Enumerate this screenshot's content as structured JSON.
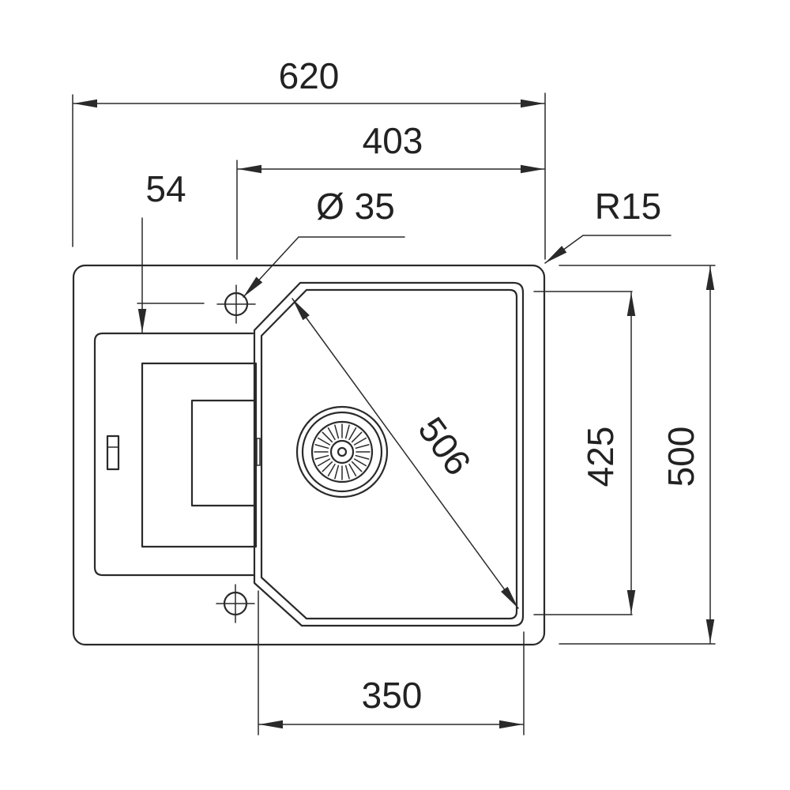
{
  "diagram": {
    "dimensions": {
      "overall_width": "620",
      "bowl_offset_width": "403",
      "tap_hole_offset": "54",
      "tap_hole_diameter": "Ø 35",
      "corner_radius": "R15",
      "bowl_width": "350",
      "bowl_depth": "425",
      "overall_depth": "500",
      "bowl_diagonal": "506"
    },
    "colors": {
      "line": "#2a2a2a",
      "text": "#222222",
      "background": "#ffffff"
    },
    "icons": [
      "tap-hole-icon",
      "drain-strainer-icon",
      "overflow-slot-icon"
    ]
  }
}
